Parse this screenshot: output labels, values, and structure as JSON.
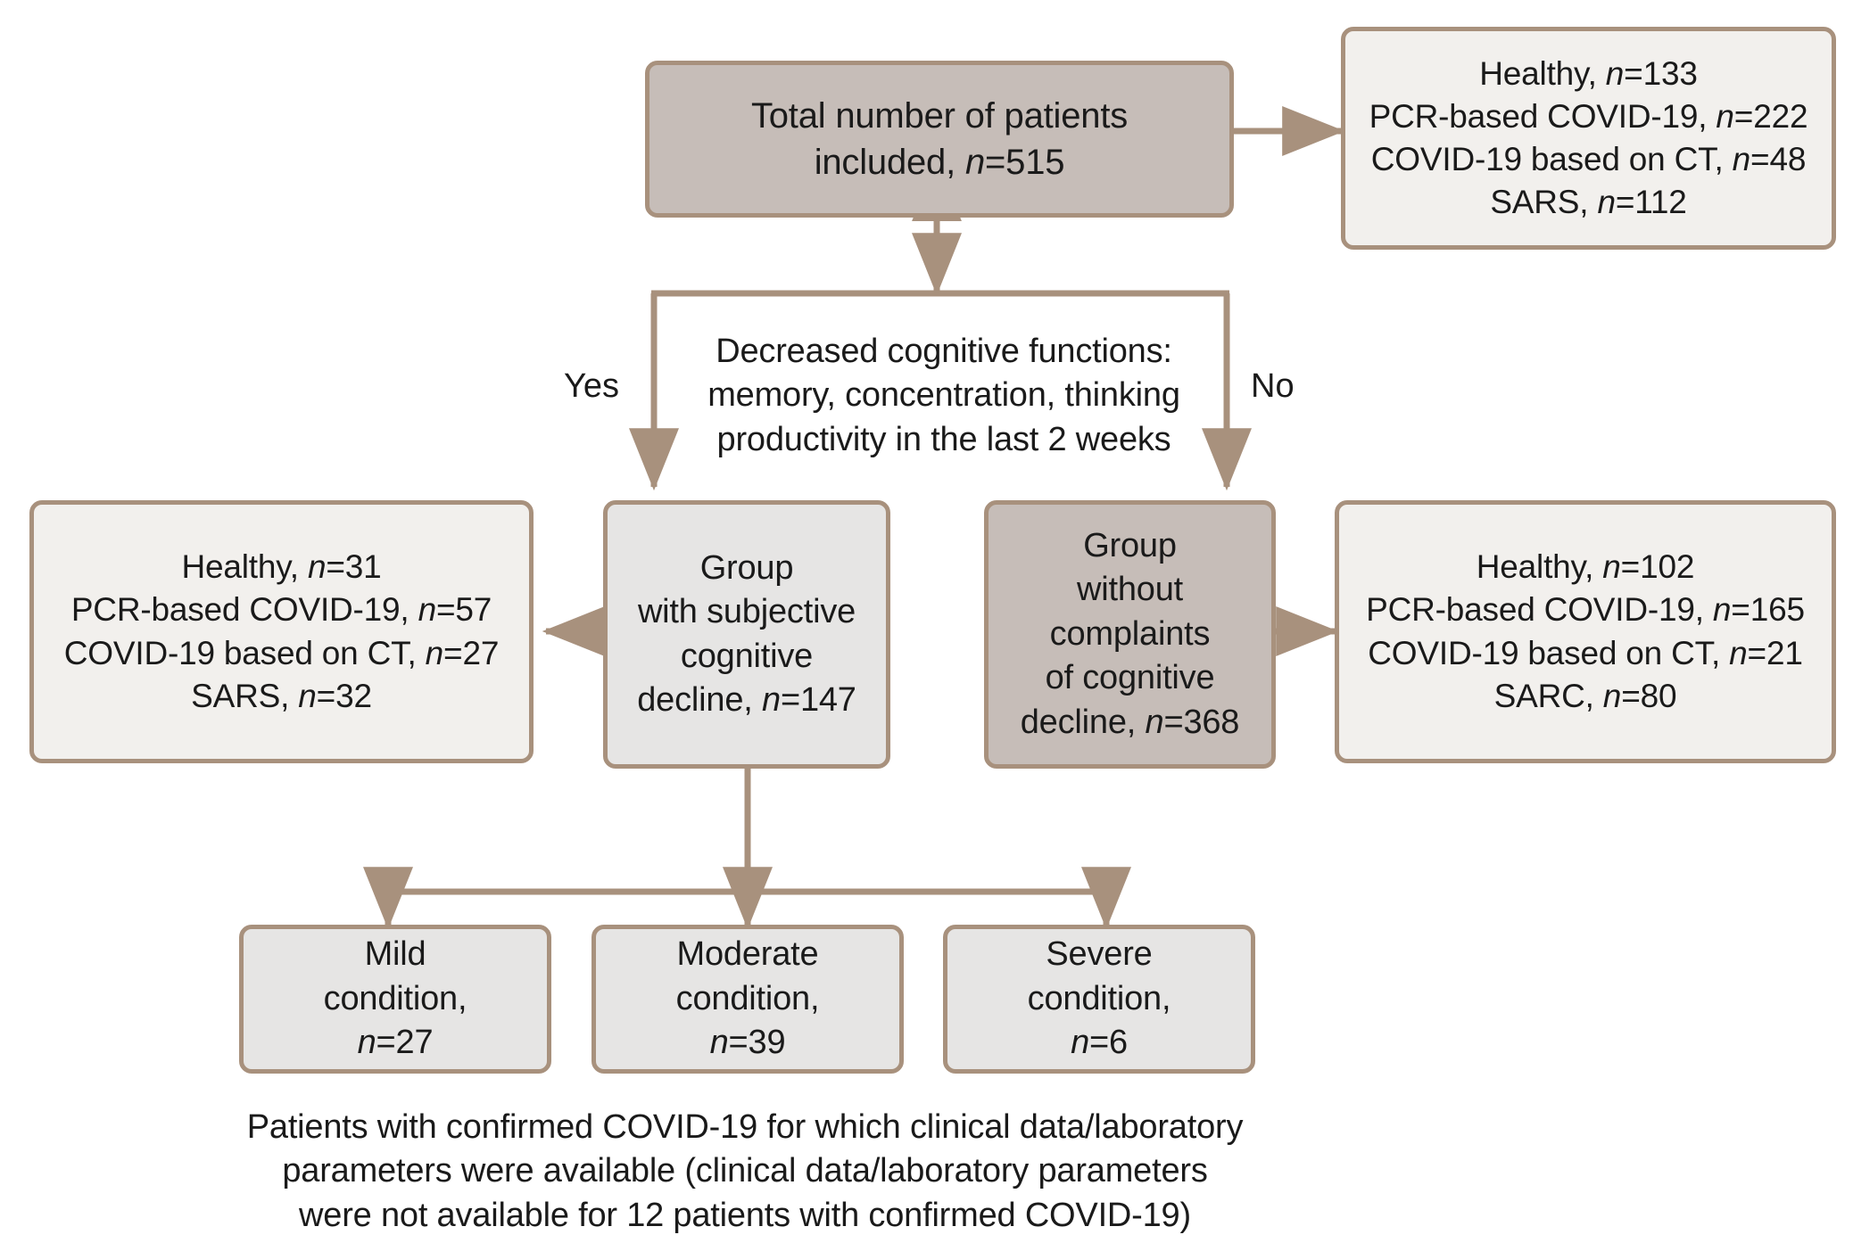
{
  "colors": {
    "border": "#a8917d",
    "fill_dark": "#c6bdb8",
    "fill_light": "#f2f0ed",
    "fill_grey": "#e6e5e4",
    "connector": "#a8917d",
    "text": "#1a1a1a",
    "background": "#ffffff"
  },
  "nodes": {
    "total": {
      "lines": [
        "Total number of patients",
        "included, n=515"
      ],
      "fill": "dark"
    },
    "total_breakdown": {
      "lines": [
        "Healthy, n=133",
        "PCR-based COVID-19, n=222",
        "COVID-19 based on CT, n=48",
        "SARS, n=112"
      ],
      "fill": "light"
    },
    "decision": {
      "lines": [
        "Decreased cognitive functions:",
        "memory, concentration, thinking",
        "productivity in the last 2 weeks"
      ],
      "fill": "none"
    },
    "scd_group": {
      "lines": [
        "Group",
        "with subjective",
        "cognitive",
        "decline, n=147"
      ],
      "fill": "grey"
    },
    "no_complaints_group": {
      "lines": [
        "Group",
        "without",
        "complaints",
        "of cognitive",
        "decline, n=368"
      ],
      "fill": "dark"
    },
    "scd_breakdown": {
      "lines": [
        "Healthy, n=31",
        "PCR-based COVID-19, n=57",
        "COVID-19 based on CT, n=27",
        "SARS, n=32"
      ],
      "fill": "light"
    },
    "no_complaints_breakdown": {
      "lines": [
        "Healthy, n=102",
        "PCR-based COVID-19, n=165",
        "COVID-19 based on CT, n=21",
        "SARC, n=80"
      ],
      "fill": "light"
    },
    "mild": {
      "lines": [
        "Mild",
        "condition,",
        "n=27"
      ],
      "fill": "grey"
    },
    "moderate": {
      "lines": [
        "Moderate",
        "condition,",
        "n=39"
      ],
      "fill": "grey"
    },
    "severe": {
      "lines": [
        "Severe",
        "condition,",
        "n=6"
      ],
      "fill": "grey"
    }
  },
  "edge_labels": {
    "yes": "Yes",
    "no": "No"
  },
  "footnote": {
    "lines": [
      "Patients with confirmed COVID-19 for which clinical data/laboratory",
      "parameters were available (clinical data/laboratory parameters",
      "were not available for 12 patients with confirmed COVID-19)"
    ]
  }
}
